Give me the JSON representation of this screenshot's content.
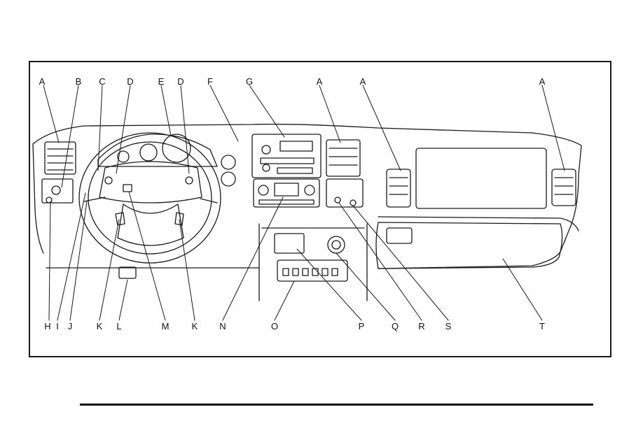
{
  "labels": {
    "top": [
      "A",
      "B",
      "C",
      "D",
      "E",
      "D",
      "F",
      "G",
      "A",
      "A",
      "A"
    ],
    "bottom": [
      "H",
      "I",
      "J",
      "K",
      "L",
      "M",
      "K",
      "N",
      "O",
      "P",
      "Q",
      "R",
      "S",
      "T"
    ]
  },
  "colors": {
    "line": "#1a1a1a",
    "fill": "#ffffff"
  }
}
